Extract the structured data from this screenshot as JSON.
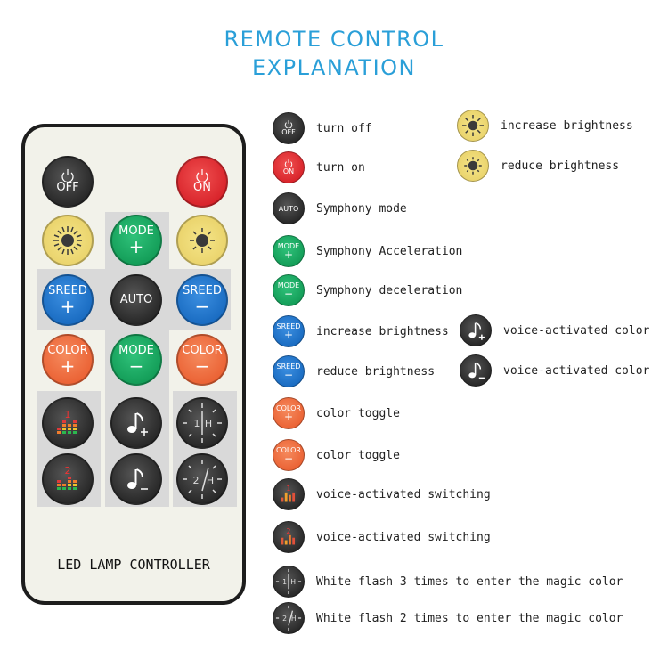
{
  "header": {
    "line1": "REMOTE CONTROL",
    "line2": "EXPLANATION"
  },
  "remote": {
    "off_label": "OFF",
    "on_label": "ON",
    "mode_label": "MODE",
    "auto_label": "AUTO",
    "speed_label": "SREED",
    "color_label": "COLOR",
    "plus": "+",
    "minus": "−",
    "one": "1",
    "two": "2",
    "hour": "H",
    "footer": "LED LAMP CONTROLLER"
  },
  "legend": {
    "left": [
      {
        "icon": "off-button-icon",
        "label": "turn off"
      },
      {
        "icon": "on-button-icon",
        "label": "turn on"
      },
      {
        "icon": "auto-button-icon",
        "label": "Symphony mode"
      },
      {
        "icon": "mode-plus-button-icon",
        "label": "Symphony Acceleration"
      },
      {
        "icon": "mode-minus-button-icon",
        "label": "Symphony deceleration"
      },
      {
        "icon": "speed-plus-button-icon",
        "label": "increase brightness"
      },
      {
        "icon": "speed-minus-button-icon",
        "label": "reduce brightness"
      },
      {
        "icon": "color-plus-button-icon",
        "label": "color toggle"
      },
      {
        "icon": "color-minus-button-icon",
        "label": "color toggle"
      },
      {
        "icon": "equalizer-1-icon",
        "label": "voice-activated switching"
      },
      {
        "icon": "equalizer-2-icon",
        "label": "voice-activated switching"
      },
      {
        "icon": "clock-1h-icon",
        "label": "White flash 3 times to enter the magic color"
      },
      {
        "icon": "clock-2h-icon",
        "label": "White flash 2 times to enter the magic color"
      }
    ],
    "right": [
      {
        "icon": "brightness-up-icon",
        "label": "increase brightness"
      },
      {
        "icon": "brightness-down-icon",
        "label": "reduce brightness"
      },
      {
        "icon": "music-plus-icon",
        "label": "voice-activated color"
      },
      {
        "icon": "music-minus-icon",
        "label": "voice-activated color"
      }
    ]
  },
  "colors": {
    "title": "#2a9fd8",
    "black": "#2a2a2a",
    "red": "#d8232a",
    "yellow": "#e9d26a",
    "green": "#119a55",
    "blue": "#1769bf",
    "orange": "#ea5f31",
    "panel": "#d9d9d9"
  }
}
